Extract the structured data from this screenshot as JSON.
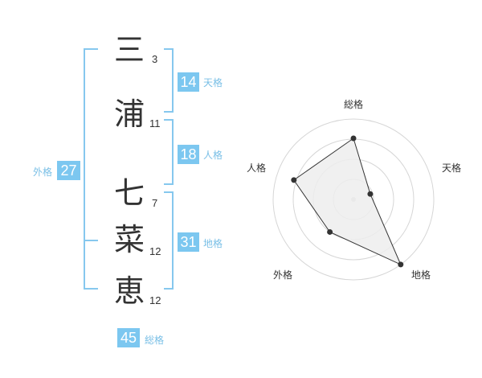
{
  "name": {
    "chars": [
      {
        "char": "三",
        "strokes": "3"
      },
      {
        "char": "浦",
        "strokes": "11"
      },
      {
        "char": "七",
        "strokes": "7"
      },
      {
        "char": "菜",
        "strokes": "12"
      },
      {
        "char": "恵",
        "strokes": "12"
      }
    ]
  },
  "kakusu": {
    "tenkaku": {
      "value": "14",
      "label": "天格"
    },
    "jinkaku": {
      "value": "18",
      "label": "人格"
    },
    "chikaku": {
      "value": "31",
      "label": "地格"
    },
    "gaikaku": {
      "value": "27",
      "label": "外格"
    },
    "soukaku": {
      "value": "45",
      "label": "総格"
    }
  },
  "radar": {
    "labels": {
      "soukaku": "総格",
      "tenkaku": "天格",
      "chikaku": "地格",
      "gaikaku": "外格",
      "jinkaku": "人格"
    },
    "values": [
      0.76,
      0.22,
      1.0,
      0.5,
      0.78
    ],
    "colors": {
      "fill": "#ededed",
      "grid": "#d6d6d6",
      "line": "#333333",
      "point": "#333333",
      "center": "#cccccc"
    }
  }
}
